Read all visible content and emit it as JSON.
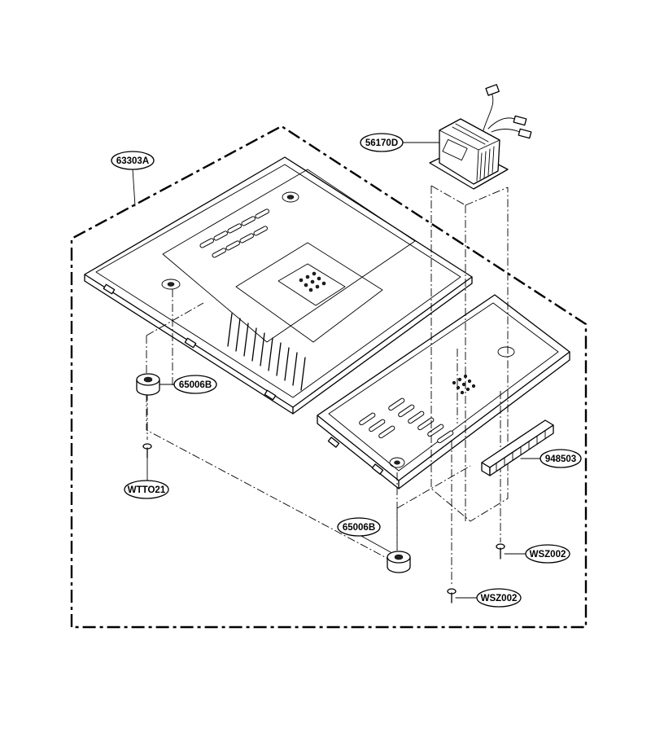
{
  "parts": [
    {
      "id": "base-plate",
      "label": "63303A"
    },
    {
      "id": "transformer",
      "label": "56170D"
    },
    {
      "id": "foot-upper",
      "label": "65006B"
    },
    {
      "id": "foot-lower",
      "label": "65006B"
    },
    {
      "id": "screw-left",
      "label": "WTTO21"
    },
    {
      "id": "bracket-pad",
      "label": "948503"
    },
    {
      "id": "screw-right-upper",
      "label": "WSZ002"
    },
    {
      "id": "screw-right-lower",
      "label": "WSZ002"
    }
  ]
}
